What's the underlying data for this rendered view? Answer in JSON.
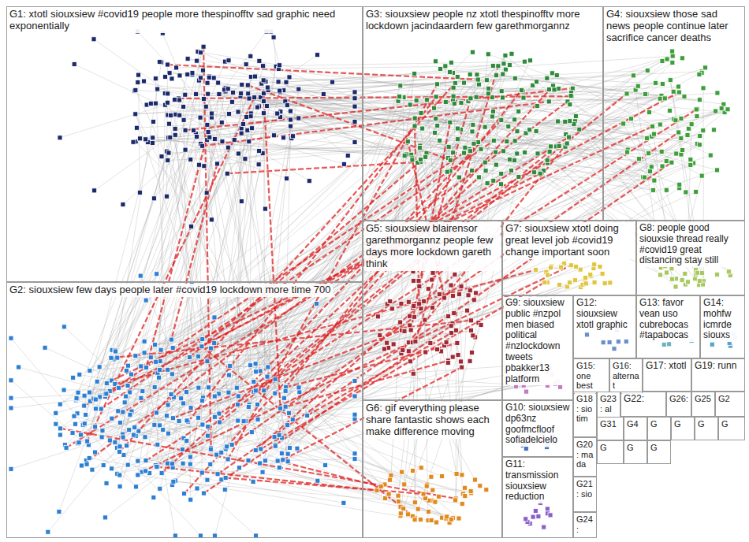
{
  "diagram": {
    "nodes": [
      {
        "text": [
          "G1: xtotl siouxsiew #covid19 people more thespinofftv sad graphic need exponentially"
        ]
      },
      {
        "text": [
          "G3: siouxsiew people nz xtotl thespinofftv more lockdown jacindaardern few garethmorgannz"
        ]
      },
      {
        "text": [
          "G4: siouxsiew those sad news people continue later sacrifice cancer deaths"
        ]
      },
      {
        "text": [
          "G5: siouxsiew blairensor garethmorgannz people few days more lockdown gareth think"
        ]
      },
      {
        "text": [
          "G7: siouxsiew xtotl doing great level job #covid19 change important soon"
        ]
      },
      {
        "text": [
          "G8: people good siouxsie thread really #covid19 great distancing stay still"
        ]
      },
      {
        "text": [
          "G2: siouxsiew few days people later #covid19 lockdown more time 700"
        ]
      },
      {
        "text": [
          "G9: siouxsiew public #nzpol men biased political #nzlockdown tweets pbakker13 platform"
        ]
      },
      {
        "text": [
          "G12: siouxsiew xtotl graphic"
        ]
      },
      {
        "text": [
          "G13: favor vean uso cubrebocas #tapabocas"
        ]
      },
      {
        "text": [
          "G14: mohfw icmrde siouxs"
        ]
      },
      {
        "text": [
          "G15: one best"
        ]
      },
      {
        "text": [
          "G16: alternat"
        ]
      },
      {
        "text": [
          "G17: xtotl"
        ]
      },
      {
        "text": [
          "G19: runn"
        ]
      },
      {
        "text": [
          "G6: gif everything please share fantastic shows each make difference moving"
        ]
      },
      {
        "text": [
          "G10: siouxsiew dp63nz goofmcfloof sofiadelcielo"
        ]
      },
      {
        "text": [
          "G18: sio tim"
        ]
      },
      {
        "text": [
          "G23: al"
        ]
      },
      {
        "text": [
          "G22:"
        ]
      },
      {
        "text": [
          "G26:"
        ]
      },
      {
        "text": [
          "G25"
        ]
      },
      {
        "text": [
          "G2"
        ]
      },
      {
        "text": [
          "G20: ma da"
        ]
      },
      {
        "text": [
          "G31"
        ]
      },
      {
        "text": [
          "G11: transmission siouxsiew reduction"
        ]
      },
      {
        "text": [
          "G21: sio"
        ]
      },
      {
        "text": [
          "G24:"
        ]
      },
      {
        "text": [
          "G4"
        ]
      },
      {
        "text": [
          "G"
        ]
      },
      {
        "text": [
          "G"
        ]
      },
      {
        "text": [
          "G"
        ]
      },
      {
        "text": [
          "G"
        ]
      },
      {
        "text": [
          "G"
        ]
      },
      {
        "text": [
          "G"
        ]
      },
      {
        "text": [
          "G"
        ]
      }
    ]
  }
}
